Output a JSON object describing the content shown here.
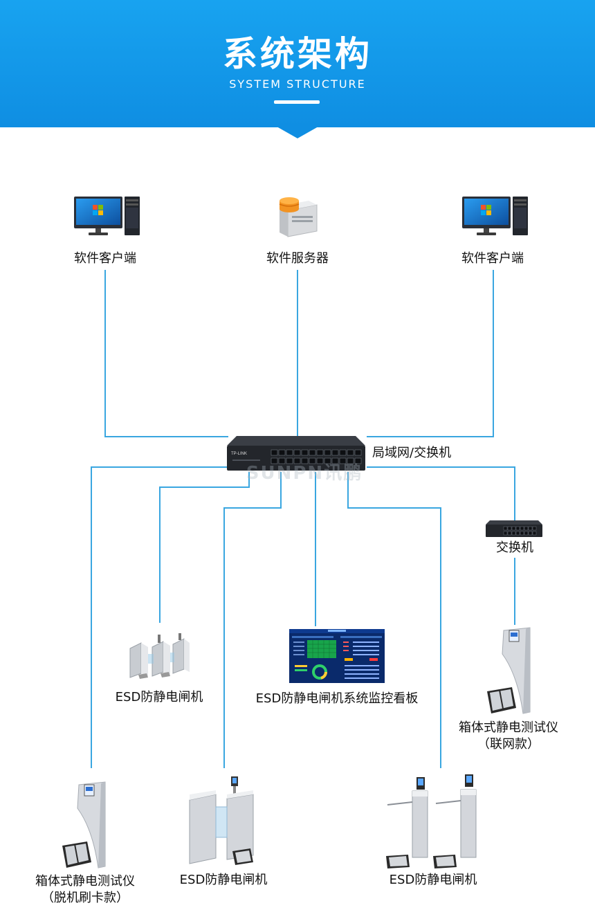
{
  "header": {
    "title": "系统架构",
    "subtitle": "SYSTEM STRUCTURE"
  },
  "nodes": {
    "client_left": "软件客户端",
    "server": "软件服务器",
    "client_right": "软件客户端",
    "lan_switch": "局域网/交换机",
    "switch": "交换机",
    "gate_mid_left": "ESD防静电闸机",
    "dashboard": "ESD防静电闸机系统监控看板",
    "tester_online_line1": "箱体式静电测试仪",
    "tester_online_line2": "（联网款）",
    "tester_offline_line1": "箱体式静电测试仪",
    "tester_offline_line2": "（脱机刷卡款）",
    "gate_bottom_mid": "ESD防静电闸机",
    "gate_bottom_right": "ESD防静电闸机"
  },
  "watermark": "SUNPN讯鹏",
  "colors": {
    "header": "#1199e8",
    "line": "#39a6e0"
  }
}
